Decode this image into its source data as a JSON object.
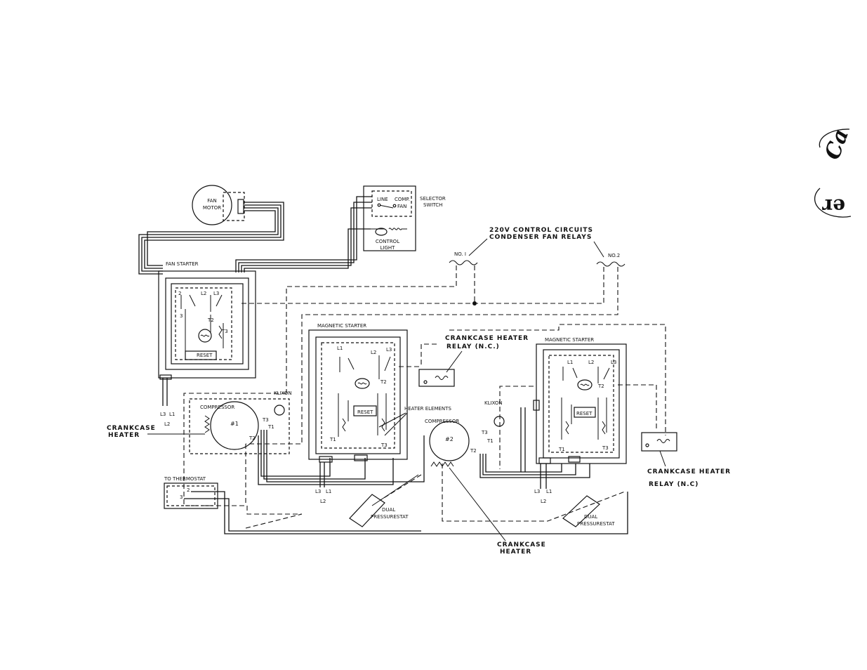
{
  "labels": {
    "fan_motor_1": "FAN",
    "fan_motor_2": "MOTOR",
    "selector_switch_1": "SELECTOR",
    "selector_switch_2": "SWITCH",
    "line": "LINE",
    "comp": "COMP.",
    "fan": "FAN",
    "control_light_1": "CONTROL",
    "control_light_2": "LIGHT",
    "control_circuits_1": "220V CONTROL CIRCUITS",
    "control_circuits_2": "CONDENSER FAN RELAYS",
    "no1": "NO. I",
    "no2": "NO.2",
    "fan_starter": "FAN STARTER",
    "reset": "RESET",
    "magnetic_starter": "MAGNETIC STARTER",
    "crankcase_relay_1_a": "CRANKCASE HEATER",
    "crankcase_relay_1_b": "RELAY (N.C.)",
    "crankcase_relay_2_a": "CRANKCASE HEATER",
    "crankcase_relay_2_b": "RELAY (N.C)",
    "klixon": "KLIXON",
    "compressor": "COMPRESSOR",
    "comp1": "#1",
    "comp2": "#2",
    "crankcase_heater_1_a": "CRANKCASE",
    "crankcase_heater_1_b": "HEATER",
    "crankcase_heater_2_a": "CRANKCASE",
    "crankcase_heater_2_b": "HEATER",
    "heater_elements": "HEATER ELEMENTS",
    "to_thermostat": "TO THERMOSTAT",
    "dual_1": "DUAL",
    "pressurestat_1": "PRESSURESTAT",
    "dual_2": "DUAL",
    "pressurestat_2": "PRESSURESTAT",
    "t1": "T1",
    "t2": "T2",
    "t3": "T3",
    "l1": "L1",
    "l2": "L2",
    "l3": "L3",
    "term2": "2",
    "term3": "3",
    "logo_top": "Ca",
    "logo_bottom": "er"
  }
}
